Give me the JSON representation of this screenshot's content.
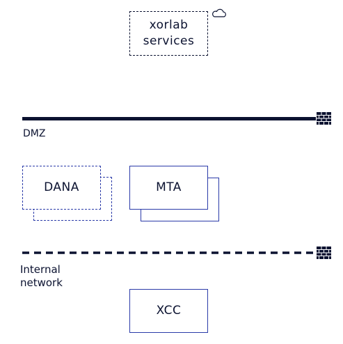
{
  "nodes": {
    "xorlab": {
      "line1": "xorlab",
      "line2": "services",
      "icon": "cloud-icon"
    },
    "dana": {
      "label": "DANA"
    },
    "mta": {
      "label": "MTA"
    },
    "xcc": {
      "label": "XCC"
    }
  },
  "zones": {
    "dmz": {
      "label": "DMZ",
      "boundary": "solid",
      "icon": "firewall-icon"
    },
    "internal": {
      "line1": "Internal",
      "line2": "network",
      "boundary": "dashed",
      "icon": "firewall-icon"
    }
  },
  "colors": {
    "dark": "#0b1230",
    "blue": "#2a3aa8"
  }
}
